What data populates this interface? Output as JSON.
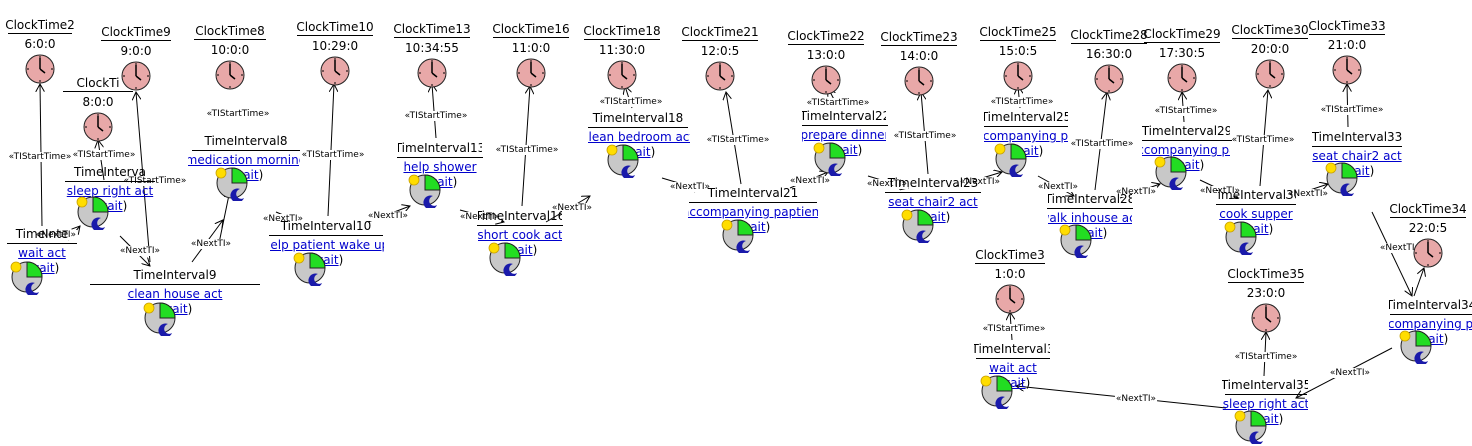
{
  "labels": {
    "start_edge": "«TIStartTime»",
    "next_edge": "«NextTI»",
    "wait": "wait",
    "open_paren": "(",
    "close_paren": ")"
  },
  "icons": {
    "clock": "clock-icon",
    "activity": "activity-status-icon"
  },
  "colors": {
    "clock_face": "#e8a8a8",
    "link": "#0000cc",
    "activity_green": "#22dd22",
    "activity_gray": "#c8c8c8",
    "activity_sun": "#ffdd00",
    "activity_moon": "#1a1aaa"
  },
  "clocks": [
    {
      "id": "c2",
      "name": "ClockTime2",
      "time": "6:0:0"
    },
    {
      "id": "c9",
      "name": "ClockTime9",
      "time": "9:0:0"
    },
    {
      "id": "cti",
      "name": "ClockTi",
      "time": "8:0:0"
    },
    {
      "id": "c8",
      "name": "ClockTime8",
      "time": "10:0:0"
    },
    {
      "id": "c10",
      "name": "ClockTime10",
      "time": "10:29:0"
    },
    {
      "id": "c13",
      "name": "ClockTime13",
      "time": "10:34:55"
    },
    {
      "id": "c16",
      "name": "ClockTime16",
      "time": "11:0:0"
    },
    {
      "id": "c18",
      "name": "ClockTime18",
      "time": "11:30:0"
    },
    {
      "id": "c21",
      "name": "ClockTime21",
      "time": "12:0:5"
    },
    {
      "id": "c22",
      "name": "ClockTime22",
      "time": "13:0:0"
    },
    {
      "id": "c23",
      "name": "ClockTime23",
      "time": "14:0:0"
    },
    {
      "id": "c25",
      "name": "ClockTime25",
      "time": "15:0:5"
    },
    {
      "id": "c28",
      "name": "ClockTime28",
      "time": "16:30:0"
    },
    {
      "id": "c29",
      "name": "ClockTime29",
      "time": "17:30:5"
    },
    {
      "id": "c30",
      "name": "ClockTime30",
      "time": "20:0:0"
    },
    {
      "id": "c33",
      "name": "ClockTime33",
      "time": "21:0:0"
    },
    {
      "id": "c34",
      "name": "ClockTime34",
      "time": "22:0:5"
    },
    {
      "id": "c3",
      "name": "ClockTime3",
      "time": "1:0:0"
    },
    {
      "id": "c35",
      "name": "ClockTime35",
      "time": "23:0:0"
    }
  ],
  "intervals": [
    {
      "id": "tiA",
      "name": "TimeInte",
      "activity": "wait act"
    },
    {
      "id": "tiB",
      "name": "TimeInterva",
      "activity": "sleep right act"
    },
    {
      "id": "ti9",
      "name": "TimeInterval9",
      "activity": "clean house act"
    },
    {
      "id": "ti8",
      "name": "TimeInterval8",
      "activity": "medication morning"
    },
    {
      "id": "ti10",
      "name": "TimeInterval10",
      "activity": "help patient wake up"
    },
    {
      "id": "ti13",
      "name": "TimeInterval13",
      "activity": "help shower"
    },
    {
      "id": "ti16",
      "name": "TimeInterval16",
      "activity": "short cook act"
    },
    {
      "id": "ti18",
      "name": "TimeInterval18",
      "activity": "clean bedroom act"
    },
    {
      "id": "ti21",
      "name": "TimeInterval21",
      "activity": "accompanying paptient"
    },
    {
      "id": "ti22",
      "name": "TimeInterval22",
      "activity": "prepare dinner"
    },
    {
      "id": "ti23",
      "name": "TimeInterval23",
      "activity": "seat chair2 act"
    },
    {
      "id": "ti25",
      "name": "TimeInterval25",
      "activity": "accompanying pap"
    },
    {
      "id": "ti28",
      "name": "TimeInterval28",
      "activity": "walk inhouse act"
    },
    {
      "id": "ti29",
      "name": "TimeInterval29",
      "activity": "accompanying pap"
    },
    {
      "id": "ti30",
      "name": "TimeInterval30",
      "activity": "cook supper"
    },
    {
      "id": "ti33",
      "name": "TimeInterval33",
      "activity": "seat chair2 act"
    },
    {
      "id": "ti34",
      "name": "TimeInterval34",
      "activity": "accompanying pap"
    },
    {
      "id": "ti3",
      "name": "TimeInterval3",
      "activity": "wait act"
    },
    {
      "id": "ti35",
      "name": "TimeInterval35",
      "activity": "sleep right act"
    }
  ]
}
